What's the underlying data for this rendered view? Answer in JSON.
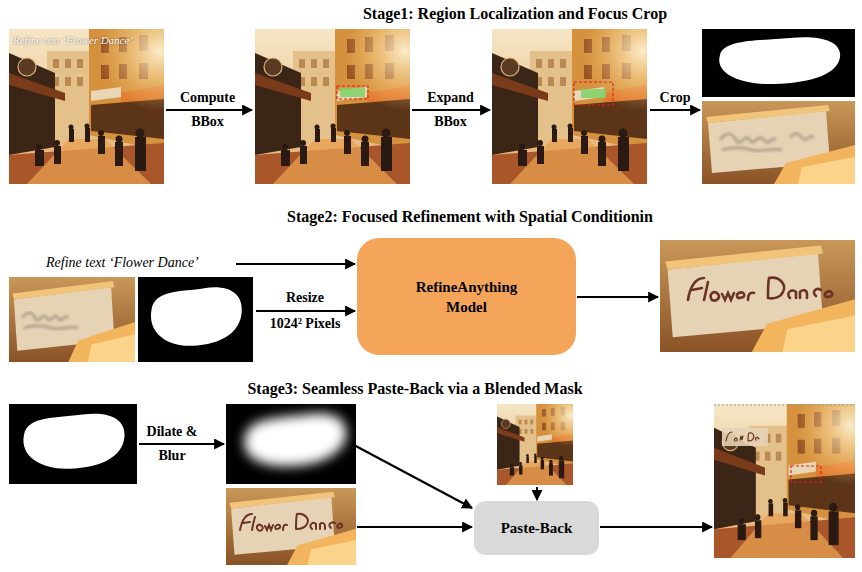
{
  "diagram": {
    "nodes": [
      {
        "text": [
          "RefineAnything Model"
        ]
      },
      {
        "text": [
          "Paste-Back"
        ]
      }
    ],
    "labels": [
      "Stage1: Region Localization and Focus Crop",
      "Refine text ‘Flower Dance’",
      "Compute BBox",
      "Expand BBox",
      "Crop",
      "Stage2: Focused Refinement with Spatial Conditionin",
      "Refine text ‘Flower Dance’",
      "Resize 1024² Pixels",
      "Stage3: Seamless Paste-Back via a Blended Mask",
      "Dilate & Blur"
    ]
  }
}
